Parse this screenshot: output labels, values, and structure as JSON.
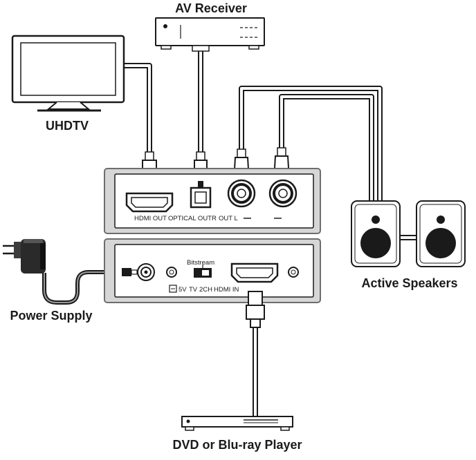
{
  "labels": {
    "av_receiver": "AV Receiver",
    "uhdtv": "UHDTV",
    "active_speakers": "Active Speakers",
    "power_supply": "Power Supply",
    "dvd_player": "DVD or Blu-ray Player"
  },
  "top_panel": {
    "hdmi_out": "HDMI OUT",
    "optical_out": "OPTICAL OUT",
    "r_out": "R",
    "l_out": "OUT L"
  },
  "bottom_panel": {
    "bitstream": "Bitstream",
    "dc_5v": "5V",
    "tv": "TV",
    "two_ch": "2CH",
    "hdmi_in": "HDMI IN"
  },
  "colors": {
    "line": "#1a1a1a",
    "panel_fill": "#d6d6d6",
    "panel_inner": "#ffffff",
    "cable_fill": "#ffffff"
  }
}
